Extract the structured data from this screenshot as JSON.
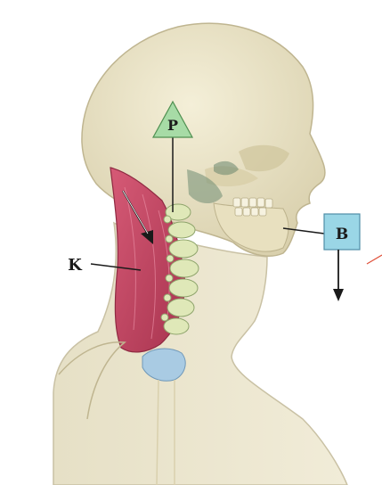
{
  "labels": {
    "pivot": "P",
    "load": "B",
    "muscle": "K"
  },
  "colors": {
    "pivot_triangle": "#a7dba6",
    "load_box": "#9ad6e6",
    "muscle": "#c44a66",
    "bone": "#ece5c7",
    "skin_outline": "#c9c1a4"
  }
}
